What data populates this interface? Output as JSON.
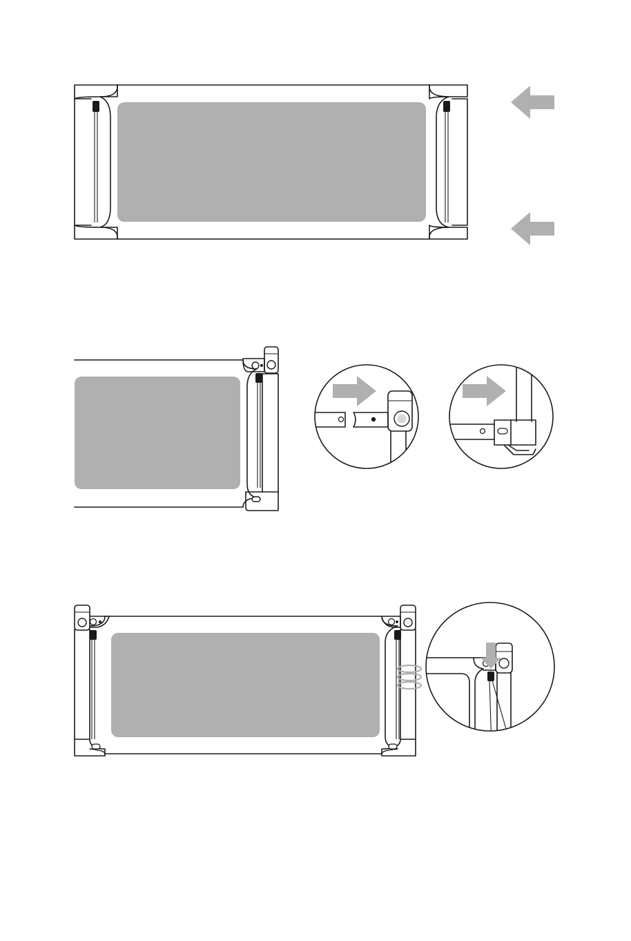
{
  "colors": {
    "outline": "#1a1a1a",
    "mesh_panel": "#b0b0b0",
    "arrow": "#b0b0b0",
    "background": "#ffffff",
    "knob_fill": "#d9d9d9"
  },
  "figures": [
    {
      "name": "step-1-gate-frame",
      "arrows": [
        "arrow-left-icon",
        "arrow-left-icon"
      ]
    },
    {
      "name": "step-2-hinge-attach",
      "detail_icons": [
        "magnifier-detail-hinge",
        "magnifier-detail-bracket"
      ],
      "arrows": [
        "arrow-right-icon",
        "arrow-right-icon"
      ]
    },
    {
      "name": "step-3-installed-gate",
      "detail_icons": [
        "magnifier-detail-press"
      ],
      "arrows": [
        "arrow-down-icon"
      ]
    }
  ]
}
